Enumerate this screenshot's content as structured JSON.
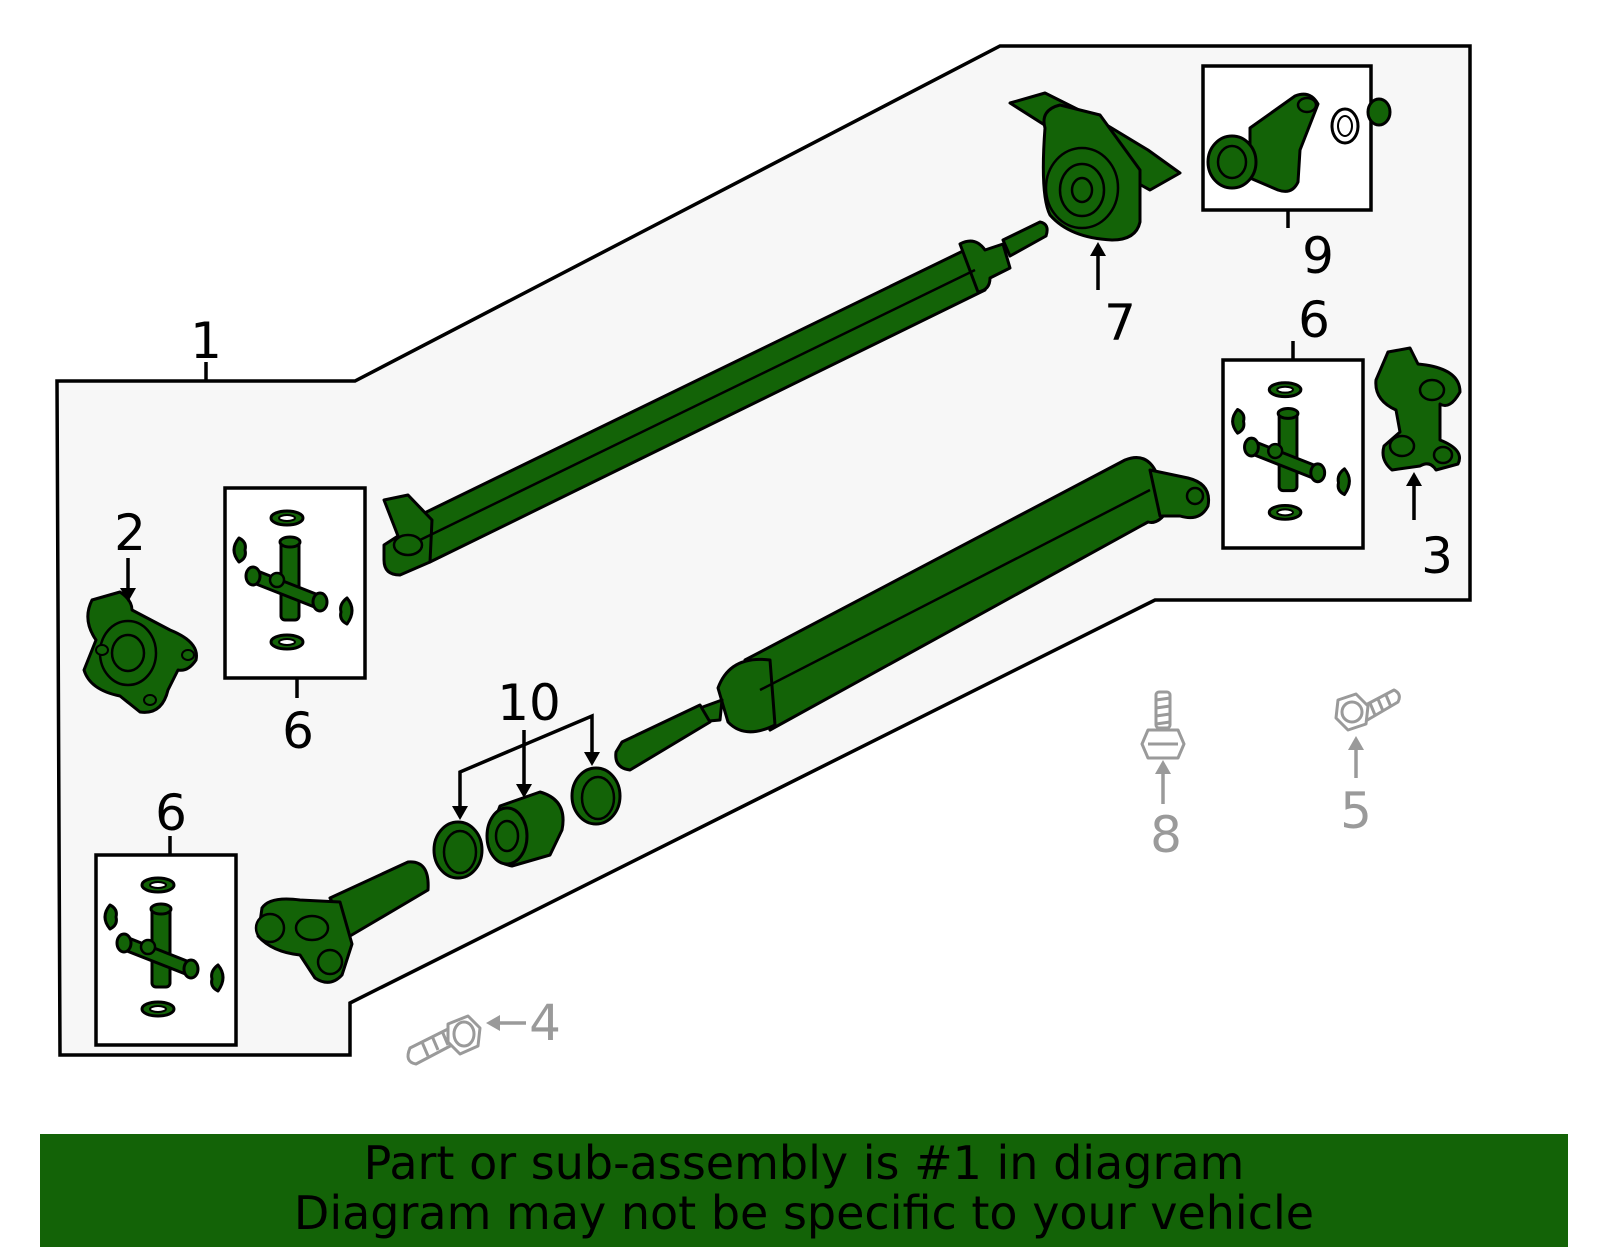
{
  "colors": {
    "part_fill": "#136307",
    "panel_fill": "#f7f7f7",
    "outline": "#000000",
    "hardware_grey": "#9a9a9a",
    "banner": "#136307"
  },
  "callouts": {
    "c1": "1",
    "c2": "2",
    "c3": "3",
    "c4": "4",
    "c5": "5",
    "c6_upper_left": "6",
    "c6_upper_right": "6",
    "c6_lower_left": "6",
    "c7": "7",
    "c8": "8",
    "c9": "9",
    "c10": "10"
  },
  "footer": {
    "line1": "Part or sub-assembly is #1 in diagram",
    "line2": "Diagram may not be specific to your vehicle"
  }
}
